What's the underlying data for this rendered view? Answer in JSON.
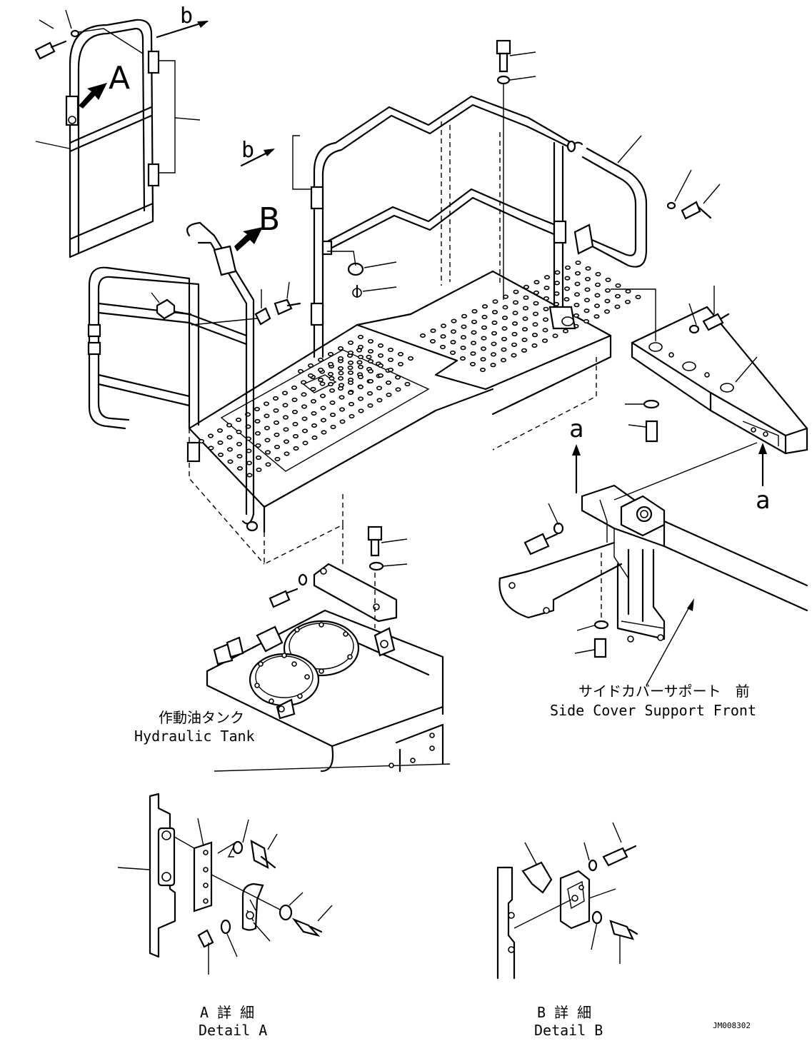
{
  "labels": {
    "view_a_letter": "A",
    "view_b_letter": "B",
    "ref_b_top": "b",
    "ref_b_mid": "b",
    "ref_a_mid": "a",
    "ref_a_right": "a",
    "hydraulic_tank_jp": "作動油タンク",
    "hydraulic_tank_en": "Hydraulic Tank",
    "side_cover_jp": "サイドカバーサポート　前",
    "side_cover_en": "Side Cover Support Front",
    "detail_a_jp": "A 詳 細",
    "detail_a_en": "Detail A",
    "detail_b_jp": "B 詳 細",
    "detail_b_en": "Detail B",
    "drawing_code": "JM008302"
  }
}
